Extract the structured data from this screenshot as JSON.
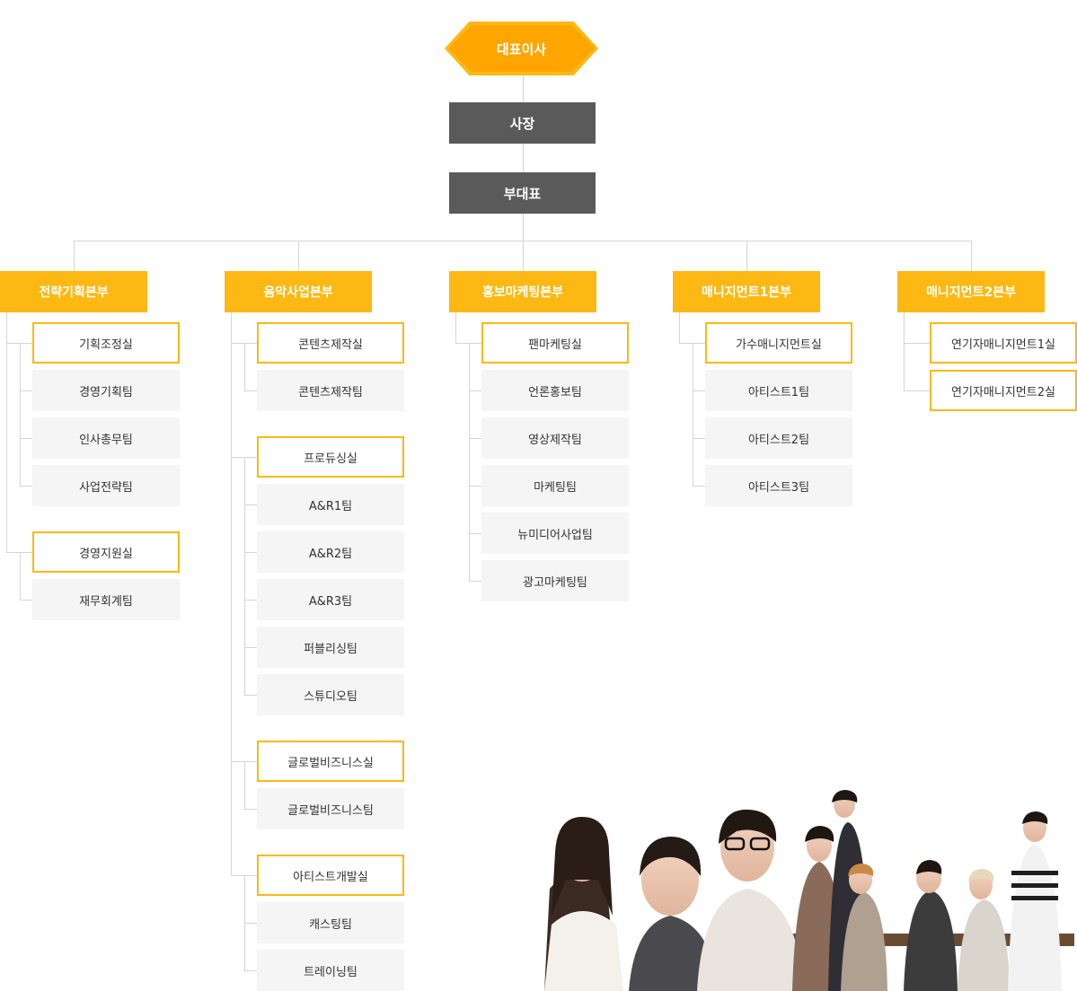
{
  "top": {
    "ceo": "대표이사",
    "president": "사장",
    "vice_president": "부대표"
  },
  "divisions": [
    {
      "name": "전략기획본부",
      "groups": [
        {
          "office": "기획조정실",
          "teams": [
            "경영기획팀",
            "인사총무팀",
            "사업전략팀"
          ]
        },
        {
          "office": "경영지원실",
          "teams": [
            "재무회계팀"
          ]
        }
      ]
    },
    {
      "name": "음악사업본부",
      "groups": [
        {
          "office": "콘텐츠제작실",
          "teams": [
            "콘텐츠제작팀"
          ]
        },
        {
          "office": "프로듀싱실",
          "teams": [
            "A&R1팀",
            "A&R2팀",
            "A&R3팀",
            "퍼블리싱팀",
            "스튜디오팀"
          ]
        },
        {
          "office": "글로벌비즈니스실",
          "teams": [
            "글로벌비즈니스팀"
          ]
        },
        {
          "office": "아티스트개발실",
          "teams": [
            "캐스팅팀",
            "트레이닝팀"
          ]
        }
      ]
    },
    {
      "name": "홍보마케팅본부",
      "groups": [
        {
          "office": "팬마케팅실",
          "teams": [
            "언론홍보팀",
            "영상제작팀",
            "마케팅팀",
            "뉴미디어사업팀",
            "광고마케팅팀"
          ]
        }
      ]
    },
    {
      "name": "매니지먼트1본부",
      "groups": [
        {
          "office": "가수매니지먼트실",
          "teams": [
            "아티스트1팀",
            "아티스트2팀",
            "아티스트3팀"
          ]
        }
      ]
    },
    {
      "name": "매니지먼트2본부",
      "groups": [
        {
          "office": "연기자매니지먼트1실",
          "teams": []
        },
        {
          "office": "연기자매니지먼트2실",
          "teams": []
        }
      ]
    }
  ],
  "colors": {
    "accent": "#fdb813",
    "dark_box": "#5a5a5a",
    "team_bg": "#f5f5f5",
    "line": "#d5d5d5"
  },
  "decor": {
    "photo_icon": "artist-group-photo"
  }
}
